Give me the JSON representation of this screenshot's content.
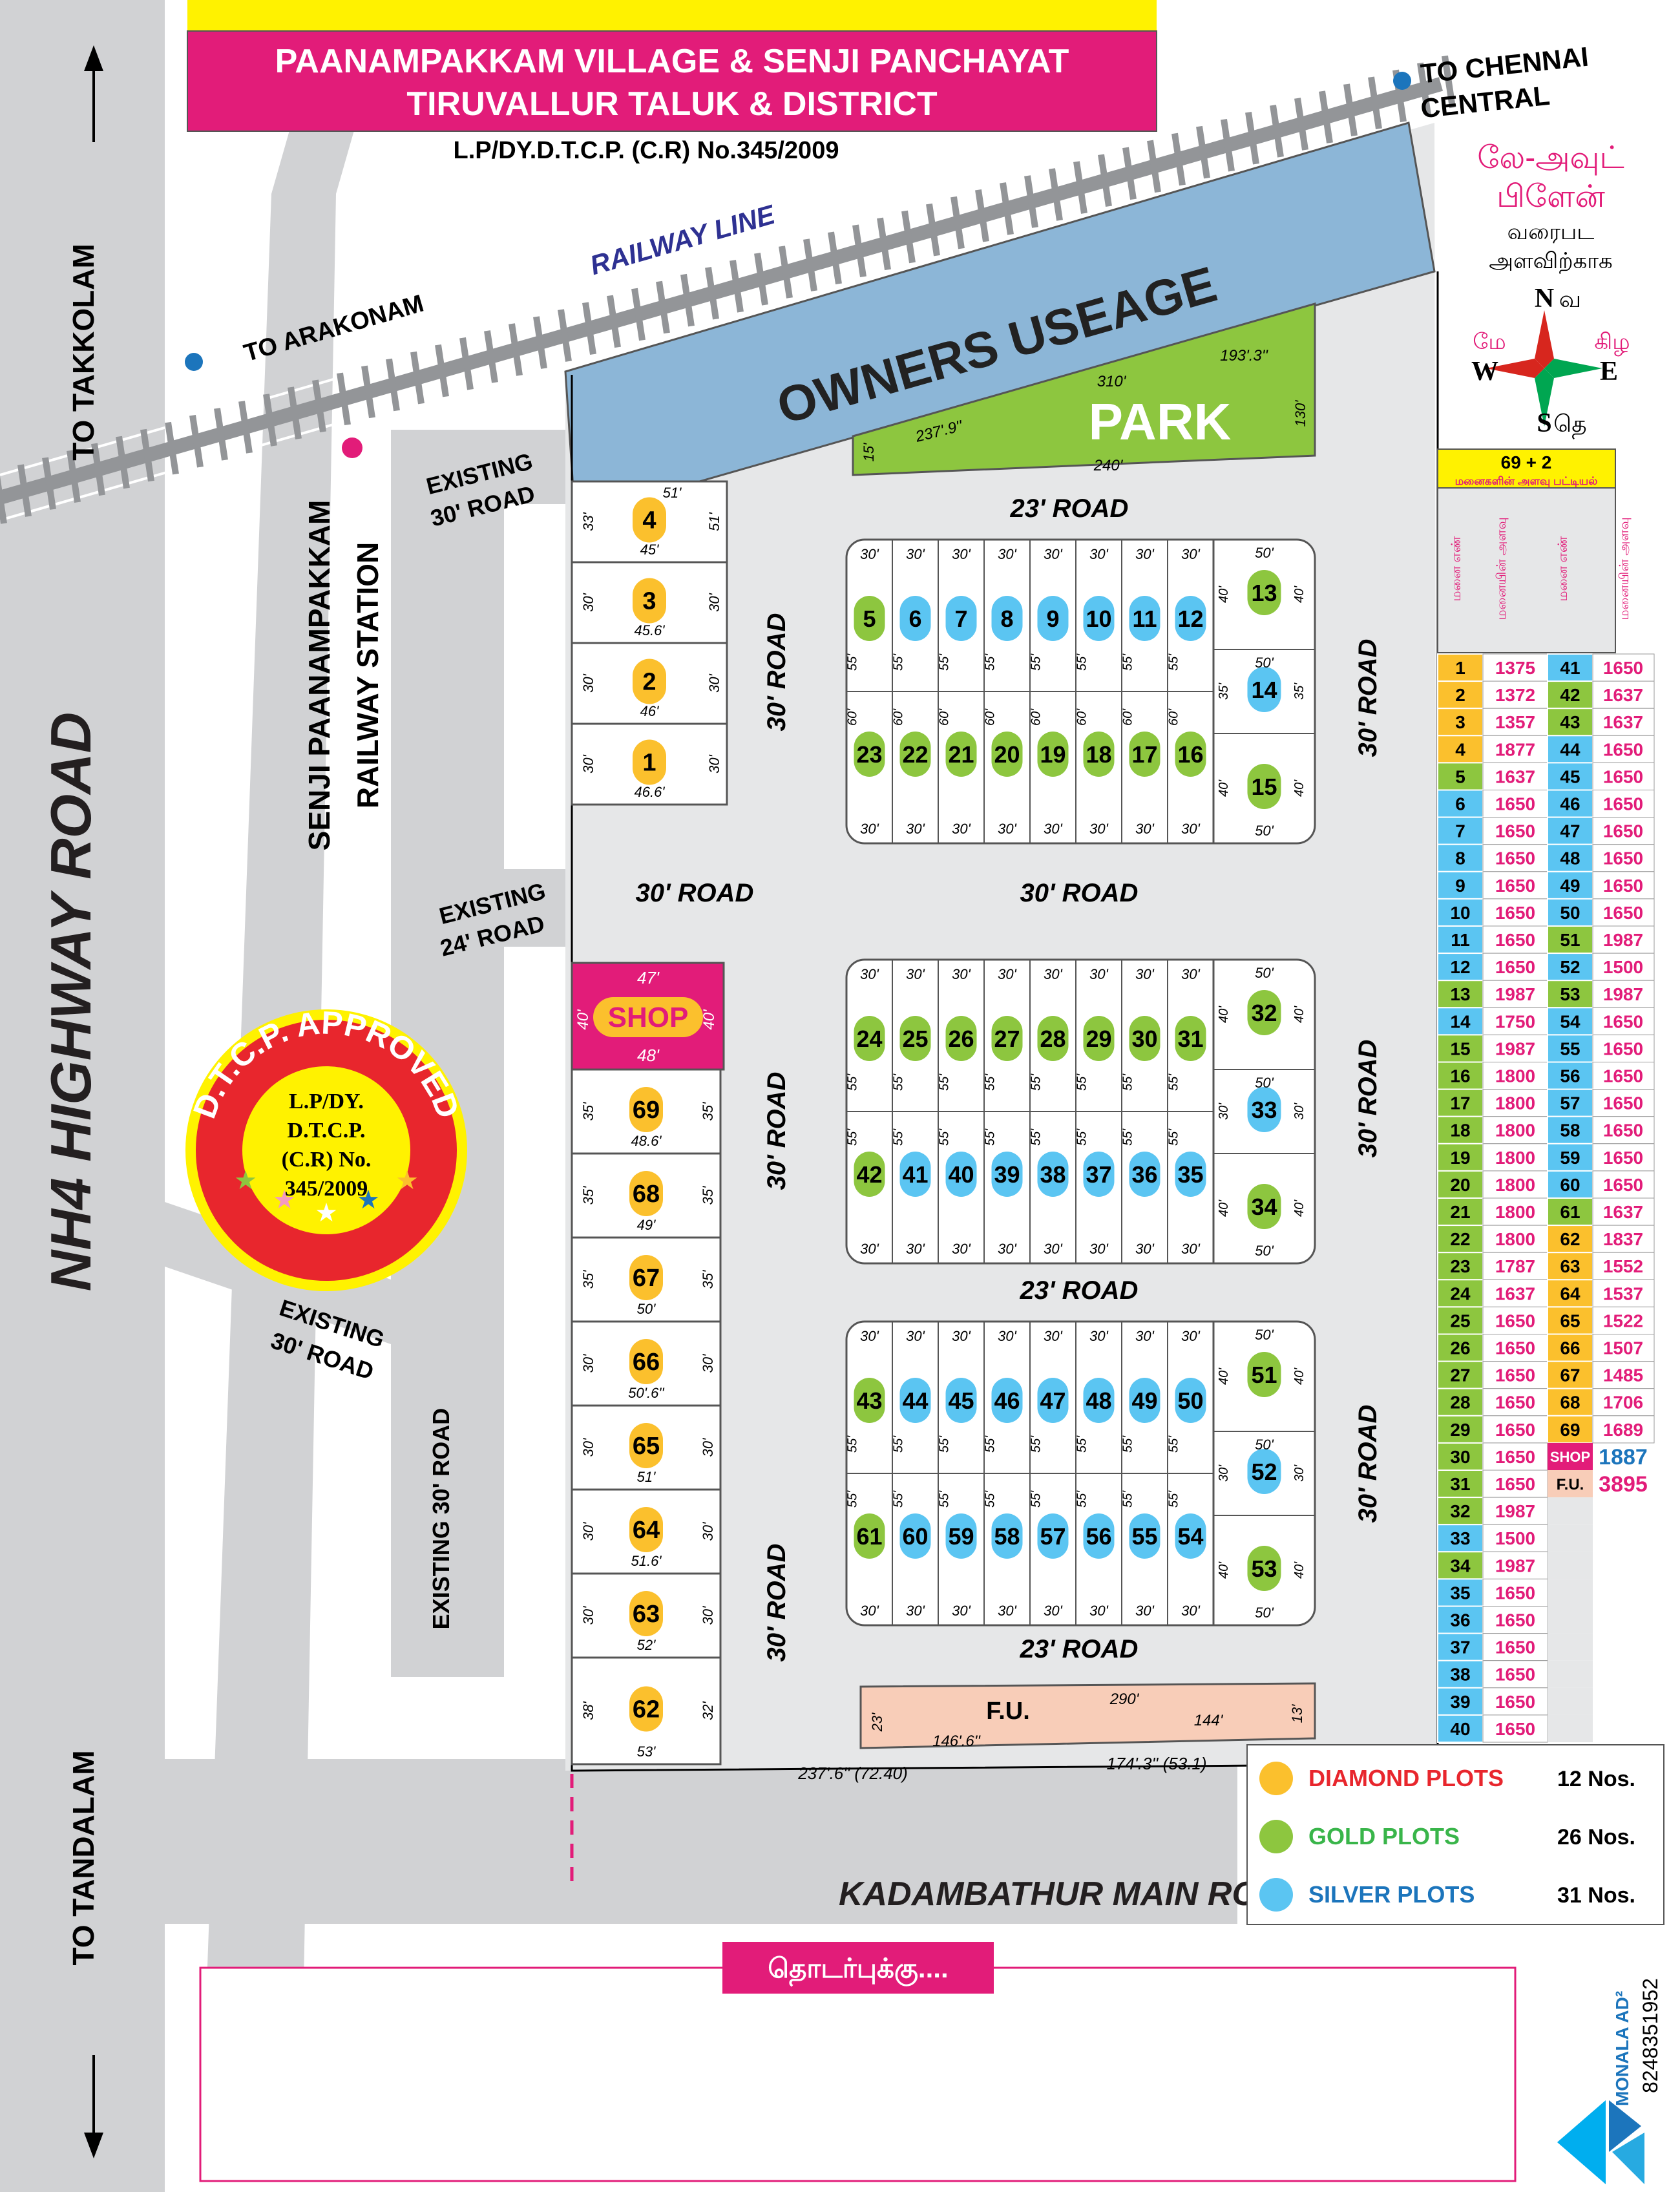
{
  "title": {
    "line1": "PAANAMPAKKAM VILLAGE & SENJI PANCHAYAT",
    "line2": "TIRUVALLUR TALUK & DISTRICT",
    "approval": "L.P/DY.D.T.C.P. (C.R) No.345/2009"
  },
  "roads": {
    "nh4": "NH4 HIGHWAY ROAD",
    "to_takkolam": "TO TAKKOLAM",
    "to_tandalam": "TO TANDALAM",
    "to_arakonam": "TO ARAKONAM",
    "to_chennai_1": "TO CHENNAI",
    "to_chennai_2": "CENTRAL",
    "railway": "RAILWAY LINE",
    "station_1": "SENJI PAANAMPAKKAM",
    "station_2": "RAILWAY STATION",
    "existing30_a1": "EXISTING",
    "existing30_a2": "30' ROAD",
    "existing24_1": "EXISTING",
    "existing24_2": "24' ROAD",
    "existing30_b1": "EXISTING",
    "existing30_b2": "30' ROAD",
    "existing30_v": "EXISTING 30' ROAD",
    "kadambathur": "KADAMBATHUR MAIN ROAD",
    "road30": "30' ROAD",
    "road23": "23' ROAD"
  },
  "owners": "OWNERS USEAGE",
  "park": {
    "label": "PARK",
    "d1": "310'",
    "d2": "193'.3''",
    "d3": "237'.9''",
    "d4": "240'",
    "d5": "15'",
    "d6": "130'"
  },
  "fu": {
    "label": "F.U.",
    "d1": "290'",
    "d2": "146'.6''",
    "d3": "144'",
    "d4": "23'",
    "d5": "13'"
  },
  "bottom_dims": {
    "a": "237'.6'' (72.40)",
    "b": "174'.3'' (53.1)"
  },
  "shop": {
    "label": "SHOP",
    "top": "47'",
    "bottom": "48'",
    "left": "40'",
    "right": "40'"
  },
  "tamil": {
    "l1": "லே-அவுட்",
    "l2": "பிளேன்",
    "l3": "வரைபட",
    "l4": "அளவிற்காக"
  },
  "compass": {
    "N": "N",
    "S": "S",
    "E": "E",
    "W": "W",
    "ta_n": "வ",
    "ta_s": "தெ",
    "ta_e": "கிழ",
    "ta_w": "மே"
  },
  "stamp": {
    "ring": "D.T.C.P. APPROVED",
    "l1": "L.P/DY.",
    "l2": "D.T.C.P.",
    "l3": "(C.R) No.",
    "l4": "345/2009"
  },
  "table": {
    "title": "69 + 2",
    "subtitle": "மனைகளின் அளவு பட்டியல்",
    "h1": "மனை எண்",
    "h2": "மனையின் அளவு",
    "h3": "மனை எண்",
    "h4": "மனையின் அளவு",
    "shop_label": "SHOP",
    "shop_value": "1887",
    "fu_label": "F.U.",
    "fu_value": "3895"
  },
  "legend": {
    "diamond": {
      "label": "DIAMOND PLOTS",
      "count": "12 Nos.",
      "color": "#FBC02D"
    },
    "gold": {
      "label": "GOLD PLOTS",
      "count": "26 Nos.",
      "color": "#8DC63F"
    },
    "silver": {
      "label": "SILVER PLOTS",
      "count": "31 Nos.",
      "color": "#5BC5F2"
    }
  },
  "contact": {
    "label": "தொடர்புக்கு....",
    "brand": "MONALA AD²",
    "phone": "8248351952"
  },
  "left_plots": [
    {
      "n": "4",
      "type": "d",
      "w": "33'",
      "e": "51'",
      "t": "51'",
      "b": "45'"
    },
    {
      "n": "3",
      "type": "d",
      "w": "30'",
      "e": "30'",
      "b": "45.6'"
    },
    {
      "n": "2",
      "type": "d",
      "w": "30'",
      "e": "30'",
      "b": "46'"
    },
    {
      "n": "1",
      "type": "d",
      "w": "30'",
      "e": "30'",
      "b": "46.6'"
    },
    {
      "n": "69",
      "type": "d",
      "w": "35'",
      "e": "35'",
      "b": "48.6'"
    },
    {
      "n": "68",
      "type": "d",
      "w": "35'",
      "e": "35'",
      "b": "49'"
    },
    {
      "n": "67",
      "type": "d",
      "w": "35'",
      "e": "35'",
      "b": "50'"
    },
    {
      "n": "66",
      "type": "d",
      "w": "30'",
      "e": "30'",
      "b": "50'.6''"
    },
    {
      "n": "65",
      "type": "d",
      "w": "30'",
      "e": "30'",
      "b": "51'"
    },
    {
      "n": "64",
      "type": "d",
      "w": "30'",
      "e": "30'",
      "b": "51.6'"
    },
    {
      "n": "63",
      "type": "d",
      "w": "30'",
      "e": "30'",
      "b": "52'"
    },
    {
      "n": "62",
      "type": "d",
      "w": "38'",
      "e": "32'",
      "b": "53'"
    }
  ],
  "blocks": [
    {
      "top": [
        "5",
        "6",
        "7",
        "8",
        "9",
        "10",
        "11",
        "12"
      ],
      "ttypes": [
        "g",
        "s",
        "s",
        "s",
        "s",
        "s",
        "s",
        "s"
      ],
      "bottom": [
        "23",
        "22",
        "21",
        "20",
        "19",
        "18",
        "17",
        "16"
      ],
      "btypes": [
        "g",
        "g",
        "g",
        "g",
        "g",
        "g",
        "g",
        "g"
      ],
      "right": [
        {
          "n": "13",
          "type": "g",
          "w": "40'",
          "e": "40'",
          "top": "50'"
        },
        {
          "n": "14",
          "type": "s",
          "w": "35'",
          "e": "35'",
          "top": "50'"
        },
        {
          "n": "15",
          "type": "g",
          "w": "40'",
          "e": "40'",
          "bot": "50'"
        }
      ],
      "d_top": "30'",
      "d_mid1": "55'",
      "d_mid2": "60'",
      "d_bot": "30'"
    },
    {
      "top": [
        "24",
        "25",
        "26",
        "27",
        "28",
        "29",
        "30",
        "31"
      ],
      "ttypes": [
        "g",
        "g",
        "g",
        "g",
        "g",
        "g",
        "g",
        "g"
      ],
      "bottom": [
        "42",
        "41",
        "40",
        "39",
        "38",
        "37",
        "36",
        "35"
      ],
      "btypes": [
        "g",
        "s",
        "s",
        "s",
        "s",
        "s",
        "s",
        "s"
      ],
      "right": [
        {
          "n": "32",
          "type": "g",
          "w": "40'",
          "e": "40'",
          "top": "50'"
        },
        {
          "n": "33",
          "type": "s",
          "w": "30'",
          "e": "30'",
          "top": "50'"
        },
        {
          "n": "34",
          "type": "g",
          "w": "40'",
          "e": "40'",
          "bot": "50'"
        }
      ],
      "d_top": "30'",
      "d_mid1": "55'",
      "d_mid2": "55'",
      "d_bot": "30'"
    },
    {
      "top": [
        "43",
        "44",
        "45",
        "46",
        "47",
        "48",
        "49",
        "50"
      ],
      "ttypes": [
        "g",
        "s",
        "s",
        "s",
        "s",
        "s",
        "s",
        "s"
      ],
      "bottom": [
        "61",
        "60",
        "59",
        "58",
        "57",
        "56",
        "55",
        "54"
      ],
      "btypes": [
        "g",
        "s",
        "s",
        "s",
        "s",
        "s",
        "s",
        "s"
      ],
      "right": [
        {
          "n": "51",
          "type": "g",
          "w": "40'",
          "e": "40'",
          "top": "50'"
        },
        {
          "n": "52",
          "type": "s",
          "w": "30'",
          "e": "30'",
          "top": "50'"
        },
        {
          "n": "53",
          "type": "g",
          "w": "40'",
          "e": "40'",
          "bot": "50'"
        }
      ],
      "d_top": "30'",
      "d_mid1": "55'",
      "d_mid2": "55'",
      "d_bot": "30'"
    }
  ],
  "plot_sizes": [
    {
      "n": "1",
      "v": "1375",
      "t": "d"
    },
    {
      "n": "2",
      "v": "1372",
      "t": "d"
    },
    {
      "n": "3",
      "v": "1357",
      "t": "d"
    },
    {
      "n": "4",
      "v": "1877",
      "t": "d"
    },
    {
      "n": "5",
      "v": "1637",
      "t": "g"
    },
    {
      "n": "6",
      "v": "1650",
      "t": "s"
    },
    {
      "n": "7",
      "v": "1650",
      "t": "s"
    },
    {
      "n": "8",
      "v": "1650",
      "t": "s"
    },
    {
      "n": "9",
      "v": "1650",
      "t": "s"
    },
    {
      "n": "10",
      "v": "1650",
      "t": "s"
    },
    {
      "n": "11",
      "v": "1650",
      "t": "s"
    },
    {
      "n": "12",
      "v": "1650",
      "t": "s"
    },
    {
      "n": "13",
      "v": "1987",
      "t": "g"
    },
    {
      "n": "14",
      "v": "1750",
      "t": "s"
    },
    {
      "n": "15",
      "v": "1987",
      "t": "g"
    },
    {
      "n": "16",
      "v": "1800",
      "t": "g"
    },
    {
      "n": "17",
      "v": "1800",
      "t": "g"
    },
    {
      "n": "18",
      "v": "1800",
      "t": "g"
    },
    {
      "n": "19",
      "v": "1800",
      "t": "g"
    },
    {
      "n": "20",
      "v": "1800",
      "t": "g"
    },
    {
      "n": "21",
      "v": "1800",
      "t": "g"
    },
    {
      "n": "22",
      "v": "1800",
      "t": "g"
    },
    {
      "n": "23",
      "v": "1787",
      "t": "g"
    },
    {
      "n": "24",
      "v": "1637",
      "t": "g"
    },
    {
      "n": "25",
      "v": "1650",
      "t": "g"
    },
    {
      "n": "26",
      "v": "1650",
      "t": "g"
    },
    {
      "n": "27",
      "v": "1650",
      "t": "g"
    },
    {
      "n": "28",
      "v": "1650",
      "t": "g"
    },
    {
      "n": "29",
      "v": "1650",
      "t": "g"
    },
    {
      "n": "30",
      "v": "1650",
      "t": "g"
    },
    {
      "n": "31",
      "v": "1650",
      "t": "g"
    },
    {
      "n": "32",
      "v": "1987",
      "t": "g"
    },
    {
      "n": "33",
      "v": "1500",
      "t": "s"
    },
    {
      "n": "34",
      "v": "1987",
      "t": "g"
    },
    {
      "n": "35",
      "v": "1650",
      "t": "s"
    },
    {
      "n": "36",
      "v": "1650",
      "t": "s"
    },
    {
      "n": "37",
      "v": "1650",
      "t": "s"
    },
    {
      "n": "38",
      "v": "1650",
      "t": "s"
    },
    {
      "n": "39",
      "v": "1650",
      "t": "s"
    },
    {
      "n": "40",
      "v": "1650",
      "t": "s"
    },
    {
      "n": "41",
      "v": "1650",
      "t": "s"
    },
    {
      "n": "42",
      "v": "1637",
      "t": "g"
    },
    {
      "n": "43",
      "v": "1637",
      "t": "g"
    },
    {
      "n": "44",
      "v": "1650",
      "t": "s"
    },
    {
      "n": "45",
      "v": "1650",
      "t": "s"
    },
    {
      "n": "46",
      "v": "1650",
      "t": "s"
    },
    {
      "n": "47",
      "v": "1650",
      "t": "s"
    },
    {
      "n": "48",
      "v": "1650",
      "t": "s"
    },
    {
      "n": "49",
      "v": "1650",
      "t": "s"
    },
    {
      "n": "50",
      "v": "1650",
      "t": "s"
    },
    {
      "n": "51",
      "v": "1987",
      "t": "g"
    },
    {
      "n": "52",
      "v": "1500",
      "t": "s"
    },
    {
      "n": "53",
      "v": "1987",
      "t": "g"
    },
    {
      "n": "54",
      "v": "1650",
      "t": "s"
    },
    {
      "n": "55",
      "v": "1650",
      "t": "s"
    },
    {
      "n": "56",
      "v": "1650",
      "t": "s"
    },
    {
      "n": "57",
      "v": "1650",
      "t": "s"
    },
    {
      "n": "58",
      "v": "1650",
      "t": "s"
    },
    {
      "n": "59",
      "v": "1650",
      "t": "s"
    },
    {
      "n": "60",
      "v": "1650",
      "t": "s"
    },
    {
      "n": "61",
      "v": "1637",
      "t": "g"
    },
    {
      "n": "62",
      "v": "1837",
      "t": "d"
    },
    {
      "n": "63",
      "v": "1552",
      "t": "d"
    },
    {
      "n": "64",
      "v": "1537",
      "t": "d"
    },
    {
      "n": "65",
      "v": "1522",
      "t": "d"
    },
    {
      "n": "66",
      "v": "1507",
      "t": "d"
    },
    {
      "n": "67",
      "v": "1485",
      "t": "d"
    },
    {
      "n": "68",
      "v": "1706",
      "t": "d"
    },
    {
      "n": "69",
      "v": "1689",
      "t": "d"
    }
  ]
}
